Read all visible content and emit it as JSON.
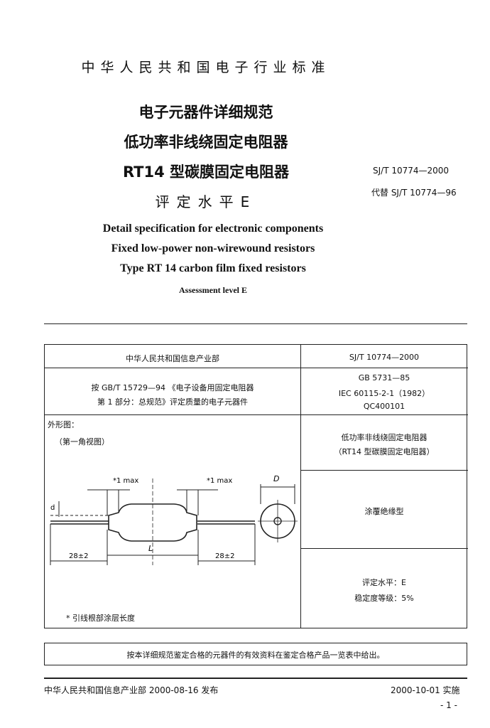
{
  "header": {
    "org": "中华人民共和国电子行业标准"
  },
  "title_cn": [
    "电子元器件详细规范",
    "低功率非线绕固定电阻器",
    "RT14 型碳膜固定电阻器",
    "评定水平E"
  ],
  "standard": {
    "number": "SJ/T 10774—2000",
    "replaces": "代替 SJ/T 10774—96"
  },
  "title_en": [
    "Detail specification for electronic components",
    "Fixed low-power non-wirewound resistors",
    "Type RT 14 carbon film fixed resistors",
    "Assessment level E"
  ],
  "table": {
    "row1_left": "中华人民共和国信息产业部",
    "row1_right": "SJ/T 10774—2000",
    "row2_left": [
      "按 GB/T 15729—94 《电子设备用固定电阻器",
      "第 1 部分：总规范》评定质量的电子元器件"
    ],
    "row2_right": [
      "GB 5731—85",
      "IEC 60115-2-1（1982）",
      "QC400101"
    ],
    "outline_label": "外形图：",
    "view_label": "（第一角视图）",
    "drawing": {
      "lead_max_label_1": "*1 max",
      "lead_max_label_2": "*1 max",
      "diameter_label": "D",
      "length_label": "L",
      "lead_length_1": "28±2",
      "lead_length_2": "28±2",
      "lead_diameter_label": "d"
    },
    "lead_note": "* 引线根部涂层长度",
    "right_row3": [
      "低功率非线绕固定电阻器",
      "（RT14 型碳膜固定电阻器）"
    ],
    "right_row4": "涂覆绝缘型",
    "right_row5": [
      "评定水平：E",
      "稳定度等级：5%"
    ]
  },
  "note": "按本详细规范鉴定合格的元器件的有效资料在鉴定合格产品一览表中给出。",
  "footer": {
    "publish": "中华人民共和国信息产业部 2000-08-16 发布",
    "effective": "2000-10-01 实施",
    "page": "- 1 -"
  }
}
